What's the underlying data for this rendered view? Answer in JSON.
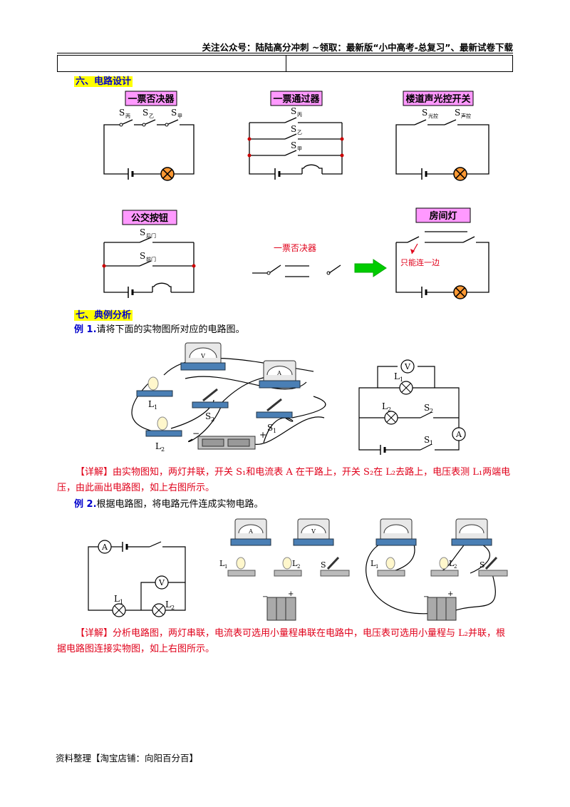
{
  "header": {
    "text": "关注公众号：陆陆高分冲刺 ~领取：最新版“小中高考-总复习”、最新试卷下载"
  },
  "section6": {
    "title": "六、电路设计"
  },
  "designs": {
    "d1": {
      "label": "一票否决器",
      "s1": "S",
      "s1sub": "丙",
      "s2": "S",
      "s2sub": "乙",
      "s3": "S",
      "s3sub": "甲"
    },
    "d2": {
      "label": "一票通过器",
      "s1": "S",
      "s1sub": "丙",
      "s2": "S",
      "s2sub": "乙",
      "s3": "S",
      "s3sub": "甲"
    },
    "d3": {
      "label": "楼道声光控开关",
      "s1": "S",
      "s1sub": "光控",
      "s2": "S",
      "s2sub": "声控"
    },
    "d4": {
      "label": "公交按钮",
      "s1": "S",
      "s1sub": "后门",
      "s2": "S",
      "s2sub": "前门"
    },
    "d5": {
      "annot": "一票否决器"
    },
    "d6": {
      "label": "房间灯",
      "annot": "只能连一边"
    }
  },
  "section7": {
    "title": "七、典例分析"
  },
  "ex1": {
    "label": "例 1.",
    "prompt": "请将下面的实物图所对应的电路图。",
    "labels": {
      "L1": "L",
      "L1sub": "1",
      "L2": "L",
      "L2sub": "2",
      "S1": "S",
      "S1sub": "1",
      "S2": "S",
      "S2sub": "2",
      "A": "A",
      "V": "V",
      "minus": "−",
      "plus": "+"
    },
    "answer_tag": "【详解】",
    "answer": "由实物图知，两灯并联，开关 S₁和电流表 A 在干路上，开关 S₂在 L₂去路上，电压表测 L₁两端电压，由此画出电路图，如上右图所示。"
  },
  "ex2": {
    "label": "例 2.",
    "prompt": "根据电路图，将电路元件连成实物电路。",
    "labels": {
      "A": "A",
      "V": "V",
      "L1": "L",
      "L1sub": "1",
      "L2": "L",
      "L2sub": "2",
      "S": "S",
      "minus": "−",
      "plus": "+"
    },
    "answer_tag": "【详解】",
    "answer": "分析电路图，两灯串联，电流表可选用小量程串联在电路中，电压表可选用小量程与 L₂并联，根据电路图连接实物图，如上右图所示。"
  },
  "footer": {
    "text": "资料整理【淘宝店铺：向阳百分百】"
  },
  "colors": {
    "blue": "#0000cc",
    "red": "#e0001a",
    "tag_bg": "#ff99ff",
    "lamp": "#ff9933",
    "arrow": "#00cc00"
  }
}
